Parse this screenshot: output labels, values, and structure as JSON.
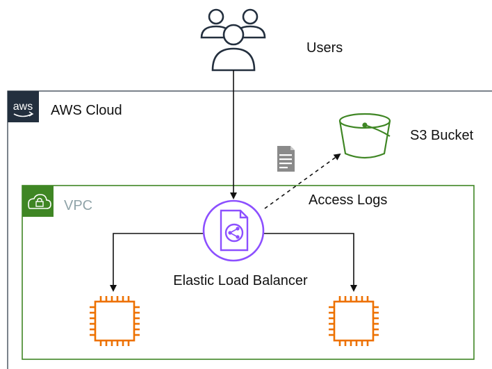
{
  "diagram": {
    "users": {
      "label": "Users",
      "icon": "users-icon"
    },
    "aws_cloud": {
      "label": "AWS Cloud",
      "logo_text": "aws",
      "icon": "aws-logo-icon",
      "border_color": "#232f3e"
    },
    "vpc": {
      "label": "VPC",
      "icon": "vpc-cloud-lock-icon",
      "color": "#3f8624",
      "label_color": "#8fa3a8"
    },
    "s3_bucket": {
      "label": "S3 Bucket",
      "icon": "s3-bucket-icon",
      "color": "#3f8624"
    },
    "load_balancer": {
      "label": "Elastic Load Balancer",
      "icon": "elastic-load-balancer-icon",
      "color": "#8c4fff"
    },
    "access_logs": {
      "label": "Access Logs",
      "icon": "log-file-icon"
    },
    "instances": [
      {
        "icon": "ec2-instance-icon",
        "color": "#ed7100"
      },
      {
        "icon": "ec2-instance-icon",
        "color": "#ed7100"
      }
    ],
    "edges": [
      {
        "from": "users",
        "to": "load_balancer",
        "style": "solid"
      },
      {
        "from": "load_balancer",
        "to": "s3_bucket",
        "style": "dashed",
        "label": "Access Logs"
      },
      {
        "from": "load_balancer",
        "to": "instance-left",
        "style": "solid"
      },
      {
        "from": "load_balancer",
        "to": "instance-right",
        "style": "solid"
      }
    ]
  }
}
